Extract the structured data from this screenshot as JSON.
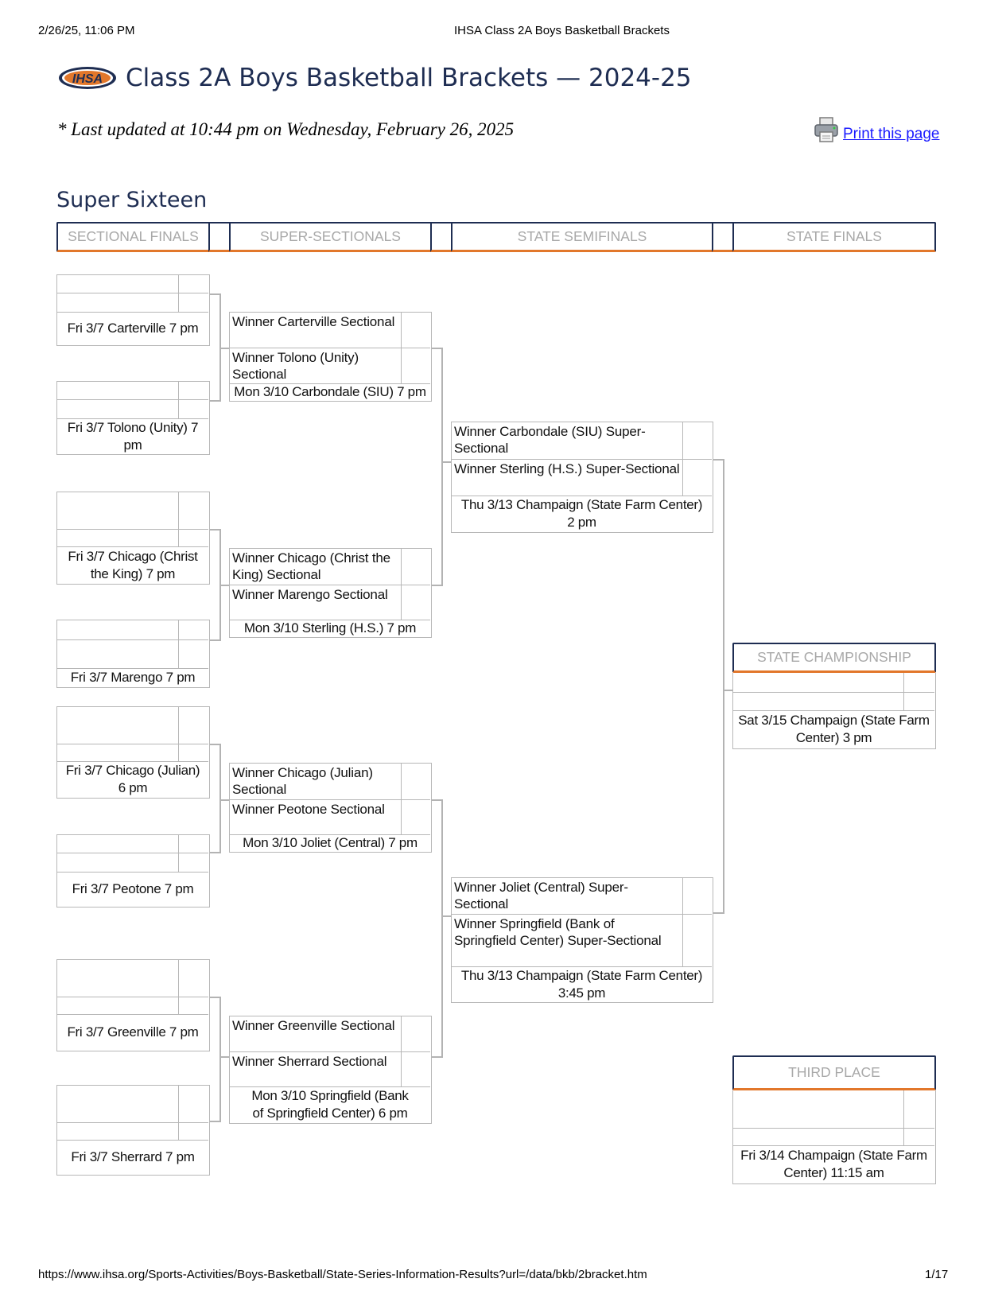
{
  "browser": {
    "timestamp": "2/26/25, 11:06 PM",
    "page_title": "IHSA Class 2A Boys Basketball Brackets",
    "url": "https://www.ihsa.org/Sports-Activities/Boys-Basketball/State-Series-Information-Results?url=/data/bkb/2bracket.htm",
    "page_number": "1/17"
  },
  "header": {
    "logo_text": "IHSA",
    "title": "Class 2A Boys Basketball Brackets — 2024-25",
    "updated": "* Last updated at 10:44 pm on Wednesday, February 26, 2025",
    "print_label": "Print this page",
    "print_icon": "printer-icon"
  },
  "section_title": "Super Sixteen",
  "rounds": [
    "SECTIONAL FINALS",
    "SUPER-SECTIONALS",
    "STATE SEMIFINALS",
    "STATE FINALS"
  ],
  "sectionals": [
    {
      "caption": "Fri 3/7 Carterville 7 pm"
    },
    {
      "caption": "Fri 3/7 Tolono (Unity) 7 pm"
    },
    {
      "caption": "Fri 3/7 Chicago (Christ the King) 7 pm"
    },
    {
      "caption": "Fri 3/7 Marengo 7 pm"
    },
    {
      "caption": "Fri 3/7 Chicago (Julian) 6 pm"
    },
    {
      "caption": "Fri 3/7 Peotone 7 pm"
    },
    {
      "caption": "Fri 3/7 Greenville 7 pm"
    },
    {
      "caption": "Fri 3/7 Sherrard 7 pm"
    }
  ],
  "super_sectionals": [
    {
      "team1": "Winner Carterville Sectional",
      "team2": "Winner Tolono (Unity) Sectional",
      "caption": "Mon 3/10 Carbondale (SIU) 7 pm"
    },
    {
      "team1": "Winner Chicago (Christ the King) Sectional",
      "team2": "Winner Marengo Sectional",
      "caption": "Mon 3/10 Sterling (H.S.) 7 pm"
    },
    {
      "team1": "Winner Chicago (Julian) Sectional",
      "team2": "Winner Peotone Sectional",
      "caption": "Mon 3/10 Joliet (Central) 7 pm"
    },
    {
      "team1": "Winner Greenville Sectional",
      "team2": "Winner Sherrard Sectional",
      "caption": "Mon 3/10 Springfield (Bank of Springfield Center) 6 pm"
    }
  ],
  "semifinals": [
    {
      "team1": "Winner Carbondale (SIU) Super-Sectional",
      "team2": "Winner Sterling (H.S.) Super-Sectional",
      "caption": "Thu 3/13 Champaign (State Farm Center) 2 pm"
    },
    {
      "team1": "Winner Joliet (Central) Super-Sectional",
      "team2": "Winner Springfield (Bank of Springfield Center) Super-Sectional",
      "caption": "Thu 3/13 Champaign (State Farm Center) 3:45 pm"
    }
  ],
  "championship": {
    "header": "STATE CHAMPIONSHIP",
    "caption": "Sat 3/15 Champaign (State Farm Center) 3 pm"
  },
  "third_place": {
    "header": "THIRD PLACE",
    "caption": "Fri 3/14 Champaign (State Farm Center) 11:15 am"
  }
}
